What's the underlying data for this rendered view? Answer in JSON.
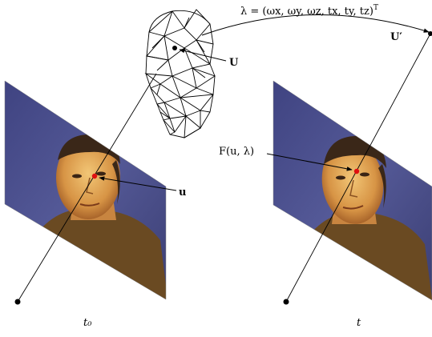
{
  "labels": {
    "lambda_eq": "λ = (ωx, ωy, ωz, tx, ty, tz)",
    "lambda_sup": "T",
    "U_model": "U",
    "U_prime": "U′",
    "u_point": "u",
    "F_label": "F(u, λ)",
    "t0": "t₀",
    "t": "t"
  },
  "colors": {
    "backdrop": "#4a4f8c",
    "backdrop_dark": "#343868",
    "skin": "#d89a4a",
    "skin_light": "#f0c070",
    "hair": "#3a2718",
    "shirt": "#6a4a22",
    "point_red": "#e01010",
    "ink": "#000000"
  },
  "elements": {
    "images": [
      "frame t0",
      "frame t"
    ],
    "mesh": "3D head wireframe"
  }
}
